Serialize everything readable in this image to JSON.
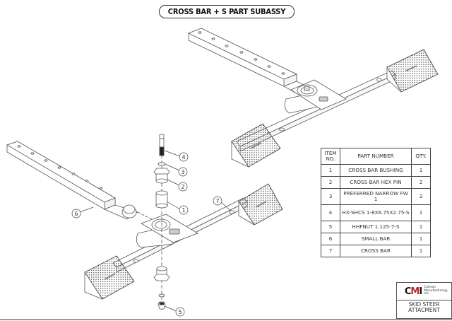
{
  "title": "CROSS BAR + S PART SUBASSY",
  "bom": {
    "headers": {
      "item": "ITEM NO.",
      "part": "PART NUMBER",
      "qty": "QTY."
    },
    "rows": [
      {
        "item": "1",
        "part": "CROSS BAR BUSHING",
        "qty": "1"
      },
      {
        "item": "2",
        "part": "CROSS BAR HEX PIN",
        "qty": "2"
      },
      {
        "item": "3",
        "part": "PREFERRED NARROW FW 1",
        "qty": "2"
      },
      {
        "item": "4",
        "part": "HX-SHCS 1-8X6.75X2.75-S",
        "qty": "1"
      },
      {
        "item": "5",
        "part": "HHFNUT 1.125-7-S",
        "qty": "1"
      },
      {
        "item": "6",
        "part": "SMALL BAR",
        "qty": "1"
      },
      {
        "item": "7",
        "part": "CROSS BAR",
        "qty": "1"
      }
    ]
  },
  "balloons": [
    {
      "label": "1",
      "target": "cross-bar-bushing"
    },
    {
      "label": "2",
      "target": "cross-bar-hex-pin"
    },
    {
      "label": "3",
      "target": "flat-washer"
    },
    {
      "label": "4",
      "target": "hex-socket-cap-screw"
    },
    {
      "label": "5",
      "target": "hex-flange-nut"
    },
    {
      "label": "6",
      "target": "small-bar"
    },
    {
      "label": "7",
      "target": "cross-bar"
    }
  ],
  "logo": {
    "mark": [
      "C",
      "M",
      "I"
    ],
    "company": "Carlson Manufacturing, Inc.",
    "caption_line1": "SKID STEER",
    "caption_line2": "ATTACMENT"
  },
  "colors": {
    "line": "#444444",
    "accent_red": "#c0272d"
  }
}
